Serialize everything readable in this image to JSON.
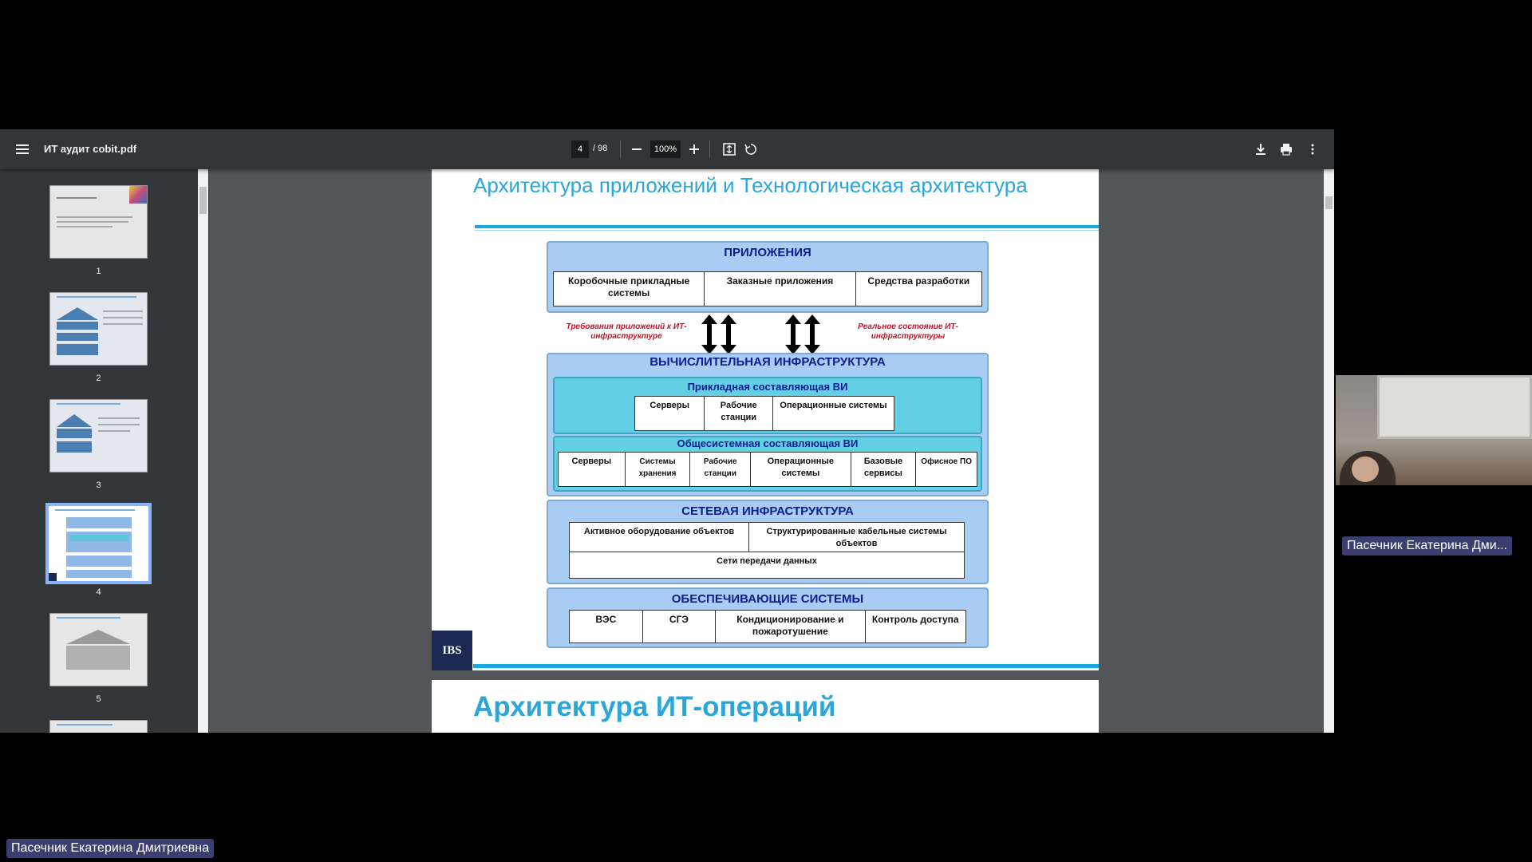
{
  "toolbar": {
    "file_name": "ИТ аудит cobit.pdf",
    "page_current": "4",
    "page_total": "/ 98",
    "zoom": "100%"
  },
  "thumbnails": [
    {
      "label": "1"
    },
    {
      "label": "2"
    },
    {
      "label": "3"
    },
    {
      "label": "4"
    },
    {
      "label": "5"
    }
  ],
  "slide": {
    "title": "Архитектура приложений и Технологическая архитектура",
    "logo": "IBS",
    "applications": {
      "title": "ПРИЛОЖЕНИЯ",
      "cells": [
        "Коробочные прикладные системы",
        "Заказные приложения",
        "Средства разработки"
      ]
    },
    "note_left": "Требования приложений к ИТ-инфраструктуре",
    "note_right": "Реальное состояние ИТ-инфраструктуры",
    "computing": {
      "title": "ВЫЧИСЛИТЕЛЬНАЯ ИНФРАСТРУКТУРА",
      "applied_title": "Прикладная составляющая ВИ",
      "applied_cells": [
        "Серверы",
        "Рабочие станции",
        "Операционные системы"
      ],
      "system_title": "Общесистемная составляющая ВИ",
      "system_cells": [
        "Серверы",
        "Системы хранения",
        "Рабочие станции",
        "Операционные системы",
        "Базовые сервисы",
        "Офисное ПО"
      ]
    },
    "network": {
      "title": "СЕТЕВАЯ ИНФРАСТРУКТУРА",
      "cells": [
        "Активное оборудование объектов",
        "Структурированные кабельные системы объектов"
      ],
      "bottom": "Сети передачи данных"
    },
    "support": {
      "title": "ОБЕСПЕЧИВАЮЩИЕ СИСТЕМЫ",
      "cells": [
        "ВЭС",
        "СГЭ",
        "Кондиционирование и пожаротушение",
        "Контроль доступа"
      ]
    }
  },
  "next_page": {
    "title": "Архитектура ИТ-операций"
  },
  "participants": {
    "remote_name": "Пасечник Екатерина Дми...",
    "self_name": "Пасечник Екатерина Дмитриевна"
  }
}
